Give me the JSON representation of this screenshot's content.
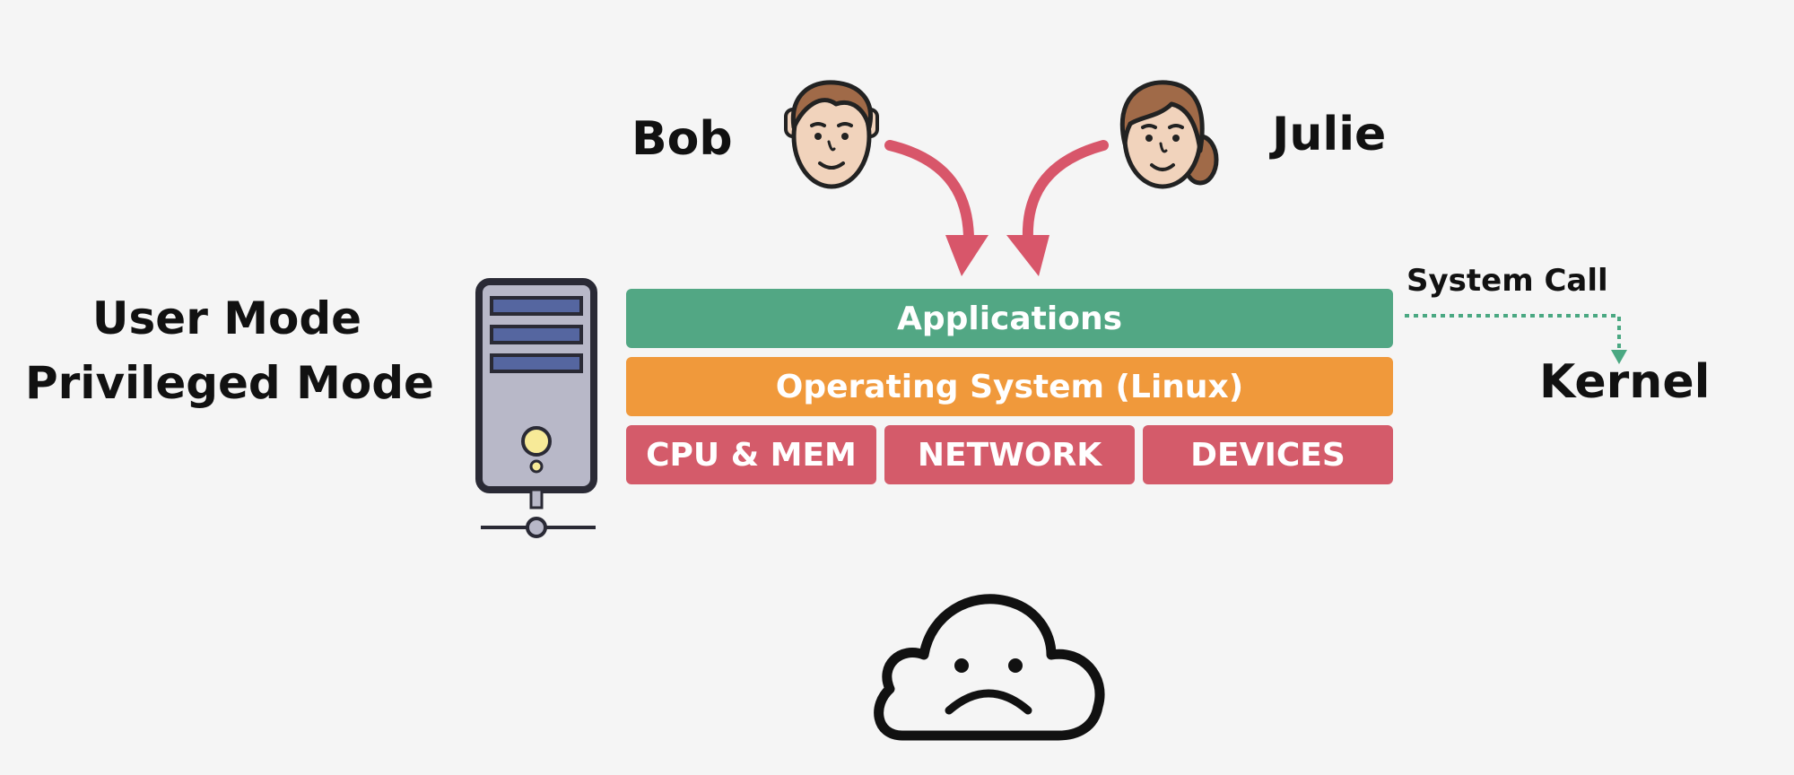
{
  "labels": {
    "user_mode": "User Mode",
    "privileged_mode": "Privileged Mode",
    "system_call": "System Call",
    "kernel": "Kernel"
  },
  "people": {
    "bob": "Bob",
    "julie": "Julie"
  },
  "layers": {
    "applications": "Applications",
    "operating_system": "Operating System (Linux)",
    "hardware": [
      "CPU & MEM",
      "NETWORK",
      "DEVICES"
    ]
  },
  "colors": {
    "background": "#f5f5f5",
    "applications": "#52a784",
    "operating_system": "#f0993b",
    "hardware": "#d45b6a",
    "arrow": "#d8566a",
    "system_call_arrow": "#4aa882",
    "server_body": "#b8b8c8",
    "server_outline": "#2a2a35",
    "drive_slot": "#5566a0",
    "power_button": "#f7ea98",
    "skin": "#f1d3bc",
    "hair": "#a06a48"
  },
  "icons": {
    "server": "server-tower-icon",
    "bob": "bob-avatar-icon",
    "julie": "julie-avatar-icon",
    "sad_cloud": "sad-cloud-icon"
  }
}
